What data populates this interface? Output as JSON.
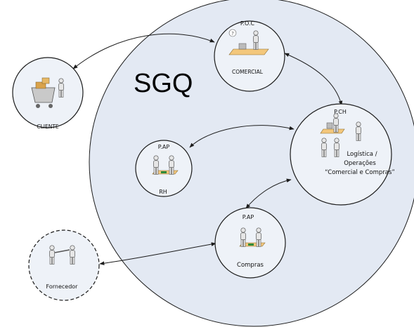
{
  "diagram": {
    "title": "SGQ",
    "nodes": {
      "comercial": {
        "tag": "P.O.C",
        "name": "COMERCIAL"
      },
      "cliente": {
        "name": "CLIENTE"
      },
      "logistica": {
        "tag": "P.CH",
        "line1": "Logística /",
        "line2": "Operações",
        "line3": "“Comercial e Compras”"
      },
      "rh": {
        "tag": "P.AP",
        "name": "RH"
      },
      "compras": {
        "tag": "P.AP",
        "name": "Compras"
      },
      "fornecedor": {
        "name": "Fornecedor"
      }
    },
    "colors": {
      "main_circle_fill": "#e3e9f3",
      "node_fill": "#eef2f8",
      "stroke": "#1c1c1c",
      "desk": "#f3c77c",
      "person": "#e6e6e6"
    },
    "icons": {
      "comercial": "person-at-desk-icon",
      "cliente": "shopping-cart-icon",
      "logistica": "staff-group-icon",
      "rh": "meeting-icon",
      "compras": "meeting-icon",
      "fornecedor": "handshake-icon"
    }
  }
}
